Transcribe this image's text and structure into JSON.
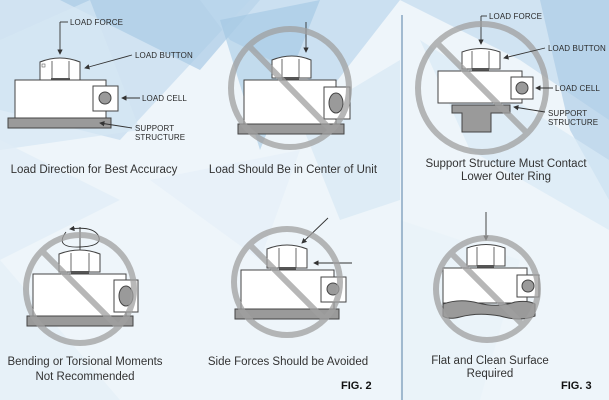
{
  "colors": {
    "background_light": "#eef5fa",
    "background_blue": "#b9d5ea",
    "outline": "#444444",
    "support_fill": "#9a9a9a",
    "prohibit_circle": "#a8a8a8",
    "divider": "#6f93b3"
  },
  "figure2": {
    "label": "FIG. 2",
    "panels": [
      {
        "id": "correct",
        "caption": "Load Direction for Best Accuracy",
        "prohibited": false,
        "callouts": {
          "load_force": "LOAD FORCE",
          "load_button": "LOAD BUTTON",
          "load_cell": "LOAD CELL",
          "support_line1": "SUPPORT",
          "support_line2": "STRUCTURE"
        }
      },
      {
        "id": "off-center",
        "caption": "Load Should Be in Center of Unit",
        "prohibited": true
      },
      {
        "id": "bending",
        "caption_line1": "Bending or Torsional Moments",
        "caption_line2": "Not Recommended",
        "prohibited": true
      },
      {
        "id": "side-force",
        "caption": "Side Forces Should be Avoided",
        "prohibited": true
      }
    ]
  },
  "figure3": {
    "label": "FIG. 3",
    "panels": [
      {
        "id": "support-contact",
        "caption_line1": "Support Structure Must Contact",
        "caption_line2": "Lower Outer Ring",
        "prohibited": true,
        "callouts": {
          "load_force": "LOAD FORCE",
          "load_button": "LOAD BUTTON",
          "load_cell": "LOAD CELL",
          "support_line1": "SUPPORT",
          "support_line2": "STRUCTURE"
        }
      },
      {
        "id": "flat-surface",
        "caption_line1": "Flat and Clean Surface",
        "caption_line2": "Required",
        "prohibited": true
      }
    ]
  }
}
